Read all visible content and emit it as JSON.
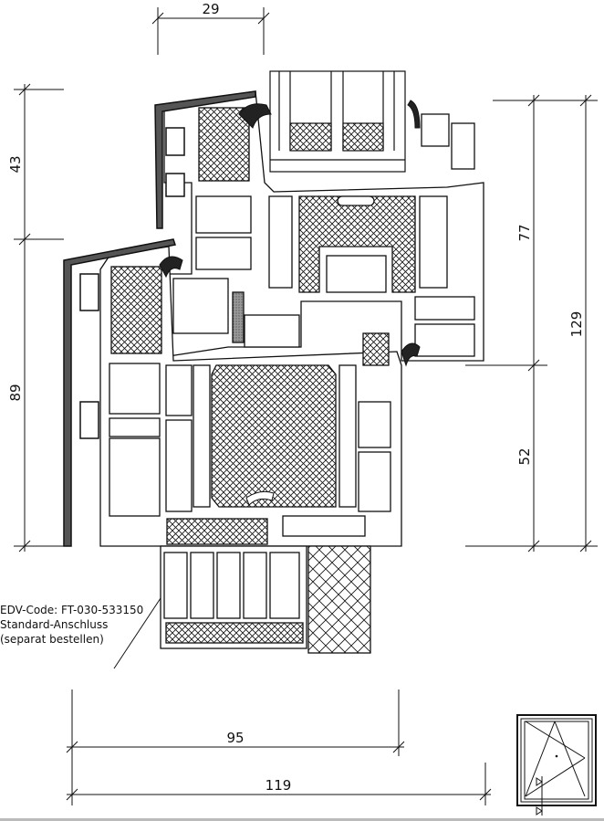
{
  "dimensions": {
    "top": "29",
    "left_upper": "43",
    "left_lower": "89",
    "right_upper": "77",
    "right_lower": "52",
    "right_total": "129",
    "bottom_inner": "95",
    "bottom_total": "119"
  },
  "annotation": {
    "line1": "EDV-Code: FT-030-533150",
    "line2": "Standard-Anschluss",
    "line3": "(separat bestellen)"
  },
  "colors": {
    "line": "#111111",
    "seal": "#222222",
    "gray": "#888888"
  }
}
